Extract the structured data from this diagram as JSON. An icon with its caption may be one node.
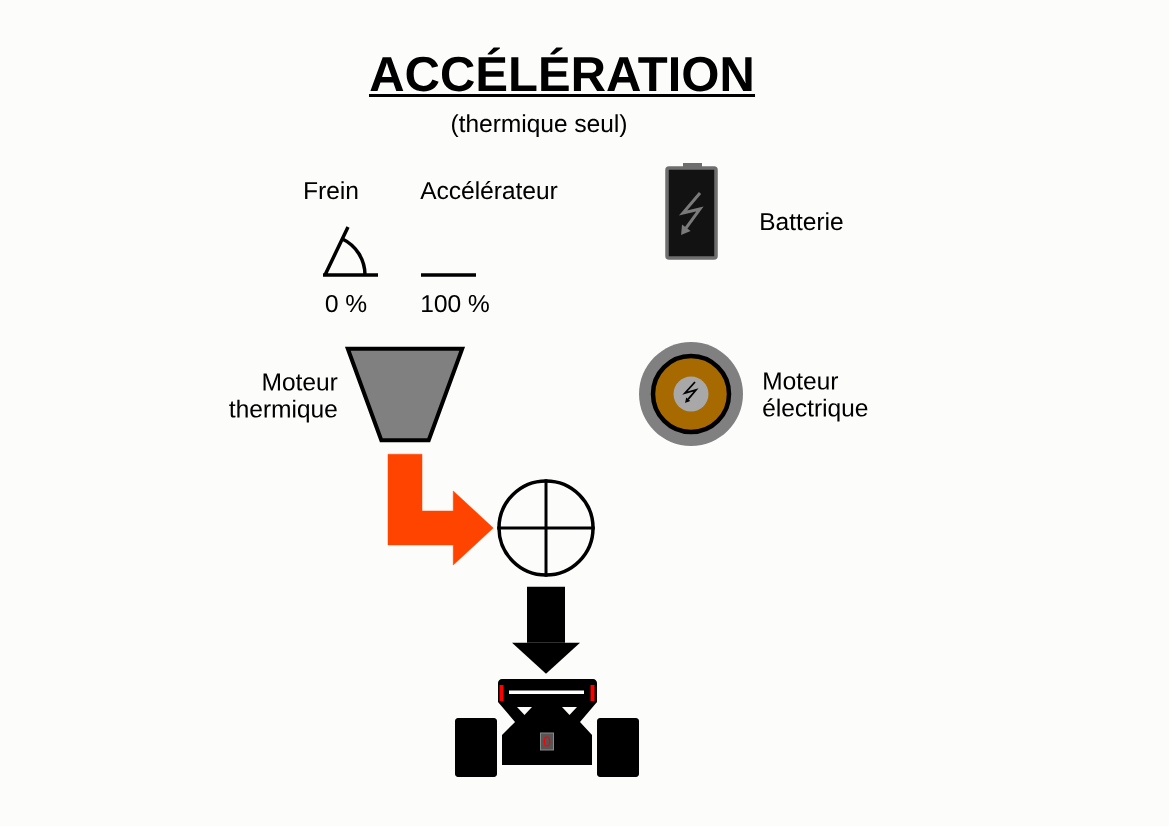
{
  "diagram": {
    "title": "ACCÉLÉRATION",
    "nodes": [
      {
        "text": [],
        "shape": "picture",
        "beside": [
          "Batterie"
        ]
      },
      {
        "text": [],
        "shape": "trapezoid",
        "beside": [
          "Moteur thermique"
        ]
      },
      {
        "text": [],
        "shape": "picture",
        "beside": [
          "Moteur électrique"
        ]
      },
      {
        "text": [],
        "shape": "circle"
      },
      {
        "text": [
          "0"
        ]
      }
    ],
    "edges": [
      {
        "from": 1,
        "to": 3,
        "arrow": "to",
        "color": "#ff4400"
      },
      {
        "from": 3,
        "to": 4,
        "arrow": "to",
        "color": "#000000"
      }
    ],
    "labels": [
      "(thermique seul)",
      "Frein",
      "Accélérateur",
      "0 %",
      "100 %"
    ]
  }
}
